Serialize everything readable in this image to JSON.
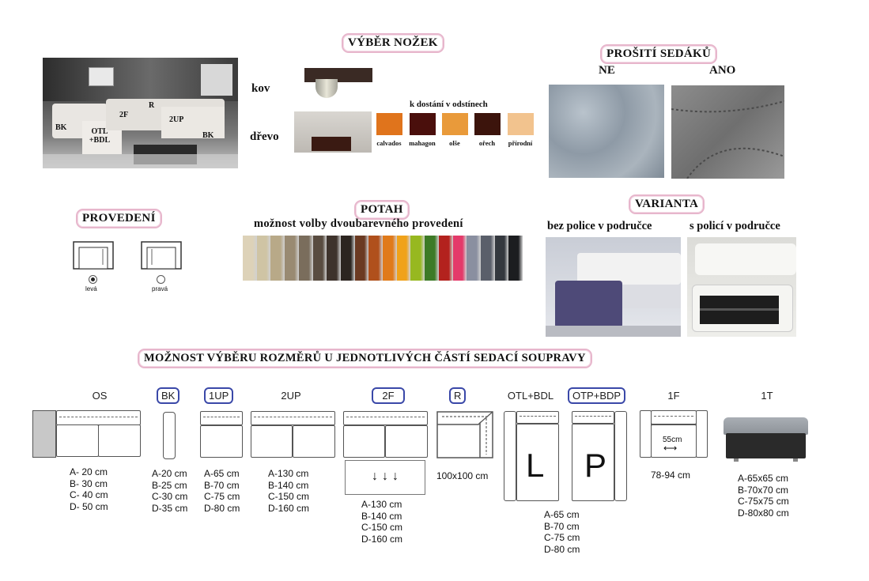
{
  "sofa_photo": {
    "labels": {
      "bk_left": "BK",
      "otl": "OTL",
      "bdl": "+BDL",
      "f2": "2F",
      "r": "R",
      "up2": "2UP",
      "bk_right": "BK"
    }
  },
  "legs": {
    "title": "VÝBĚR NOŽEK",
    "kov": "kov",
    "drevo": "dřevo",
    "shades_title": "k dostání v odstínech",
    "shades": [
      {
        "name": "calvados",
        "color": "#e0741c"
      },
      {
        "name": "mahagon",
        "color": "#4a0f0c"
      },
      {
        "name": "olše",
        "color": "#e99a3a"
      },
      {
        "name": "ořech",
        "color": "#3c140c"
      },
      {
        "name": "přírodní",
        "color": "#f2c38e"
      }
    ]
  },
  "stitching": {
    "title": "PROŠITÍ SEDÁKŮ",
    "ne": "NE",
    "ano": "ANO"
  },
  "provedeni": {
    "title": "PROVEDENÍ",
    "leva": "levá",
    "prava": "pravá",
    "selected": "levá"
  },
  "potah": {
    "title": "POTAH",
    "subtitle": "možnost volby dvoubarevného provedení",
    "colors": [
      "#ddd2b8",
      "#cfc4a4",
      "#b8a988",
      "#998a72",
      "#7a6d5c",
      "#594c40",
      "#3e332c",
      "#2c2520",
      "#6b3a22",
      "#b0501c",
      "#e07a1a",
      "#f0a21a",
      "#97b820",
      "#3c7a26",
      "#b3221e",
      "#e43a6a",
      "#8a8fa0",
      "#5a5f6a",
      "#34383e",
      "#1c1d20"
    ]
  },
  "varianta": {
    "title": "VARIANTA",
    "bez": "bez police v područce",
    "s": "s policí v područce"
  },
  "sizes": {
    "title": "MOŽNOST VÝBĚRU ROZMĚRŮ U JEDNOTLIVÝCH ČÁSTÍ SEDACÍ SOUPRAVY",
    "modules": [
      {
        "label": "OS",
        "boxed": false,
        "dims": [
          "A- 20 cm",
          "B- 30 cm",
          "C- 40 cm",
          "D- 50 cm"
        ]
      },
      {
        "label": "BK",
        "boxed": true,
        "dims": [
          "A-20 cm",
          "B-25 cm",
          "C-30 cm",
          "D-35 cm"
        ]
      },
      {
        "label": "1UP",
        "boxed": true,
        "dims": [
          "A-65 cm",
          "B-70 cm",
          "C-75 cm",
          "D-80 cm"
        ]
      },
      {
        "label": "2UP",
        "boxed": false,
        "dims": [
          "A-130 cm",
          "B-140 cm",
          "C-150 cm",
          "D-160 cm"
        ]
      },
      {
        "label": "2F",
        "boxed": true,
        "dims": [
          "A-130 cm",
          "B-140 cm",
          "C-150 cm",
          "D-160 cm"
        ],
        "arrows": "↓↓↓"
      },
      {
        "label": "R",
        "boxed": true,
        "dims": [
          "100x100 cm"
        ]
      },
      {
        "label": "OTL+BDL",
        "boxed": false,
        "letter": "L"
      },
      {
        "label": "OTP+BDP",
        "boxed": true,
        "letter": "P",
        "dims": [
          "A-65 cm",
          "B-70 cm",
          "C-75 cm",
          "D-80 cm"
        ]
      },
      {
        "label": "1F",
        "boxed": false,
        "dims": [
          "78-94 cm"
        ],
        "inner": "55cm"
      },
      {
        "label": "1T",
        "boxed": false,
        "dims": [
          "A-65x65 cm",
          "B-70x70 cm",
          "C-75x75 cm",
          "D-80x80 cm"
        ]
      }
    ]
  }
}
